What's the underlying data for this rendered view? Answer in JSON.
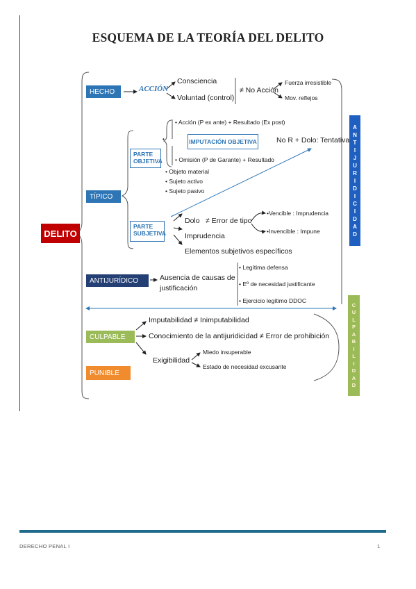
{
  "title": "ESQUEMA DE LA TEORÍA DEL DELITO",
  "root": "DELITO",
  "hecho": {
    "label": "HECHO",
    "accion": "ACCIÓN",
    "consciencia": "Consciencia",
    "voluntad": "Voluntad (control)",
    "no_accion": "≠ No Acción",
    "fuerza": "Fuerza irresistible",
    "reflejos": "Mov. reflejos"
  },
  "tipico": {
    "label": "TÍPICO",
    "parte_objetiva": "PARTE OBJETIVA",
    "accion_resultado": "Acción (P ex ante) + Resultado (Ex post)",
    "imputacion": "IMPUTACIÓN OBJETIVA",
    "omision": "Omisión (P de Garante) + Resultado",
    "objeto": "Objeto material",
    "sujeto_activo": "Sujeto activo",
    "sujeto_pasivo": "Sujeto pasivo",
    "tentativa": "No R + Dolo: Tentativa",
    "parte_subjetiva": "PARTE SUBJETIVA",
    "dolo": "Dolo",
    "error_tipo": "≠ Error de tipo",
    "vencible": "Vencible : Imprudencia",
    "invencible": "Invencible : Impune",
    "imprudencia": "Imprudencia",
    "elementos": "Elementos subjetivos específicos"
  },
  "antijuridico": {
    "label": "ANTIJURÍDICO",
    "ausencia_1": "Ausencia de causas de",
    "ausencia_2": "justificación",
    "legitima": "Legítima defensa",
    "necesidad": "Eº de necesidad justificante",
    "ejercicio": "Ejercicio legítimo DDOC"
  },
  "culpable": {
    "label": "CULPABLE",
    "imputabilidad": "Imputabilidad ≠ Inimputabilidad",
    "conocimiento": "Conocimiento de la antijuridicidad ≠ Error de prohibición",
    "exigibilidad": "Exigibilidad",
    "miedo": "Miedo insuperable",
    "estado": "Estado de necesidad excusante"
  },
  "punible": {
    "label": "PUNIBLE"
  },
  "side_antijuridicidad": [
    "A",
    "N",
    "T",
    "I",
    "J",
    "U",
    "R",
    "I",
    "D",
    "I",
    "C",
    "I",
    "D",
    "A",
    "D"
  ],
  "side_culpabilidad": [
    "C",
    "U",
    "L",
    "P",
    "A",
    "B",
    "I",
    "L",
    "I",
    "D",
    "A",
    "D"
  ],
  "footer": {
    "course": "DERECHO PENAL I",
    "page": "1"
  },
  "colors": {
    "blue": "#2e75b6",
    "navy": "#243f73",
    "red": "#c00000",
    "green": "#9bbb59",
    "orange": "#f08c2e"
  }
}
